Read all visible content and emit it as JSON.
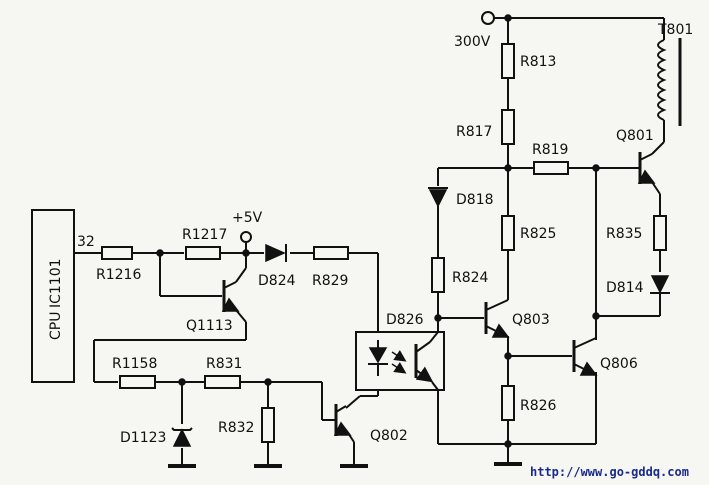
{
  "labels": {
    "cpu": "CPU",
    "ic": "IC1101",
    "pin": "32",
    "r1216": "R1216",
    "r1217": "R1217",
    "vcc5": "+5V",
    "d824": "D824",
    "r829": "R829",
    "q1113": "Q1113",
    "r1158": "R1158",
    "r831": "R831",
    "d1123": "D1123",
    "r832": "R832",
    "q802": "Q802",
    "d826": "D826",
    "v300": "300V",
    "r813": "R813",
    "r817": "R817",
    "r819": "R819",
    "t801": "T801",
    "q801": "Q801",
    "d818": "D818",
    "r825": "R825",
    "r835": "R835",
    "r824": "R824",
    "d814": "D814",
    "q803": "Q803",
    "q806": "Q806",
    "r826": "R826"
  },
  "watermark": "http://www.go-gddq.com"
}
